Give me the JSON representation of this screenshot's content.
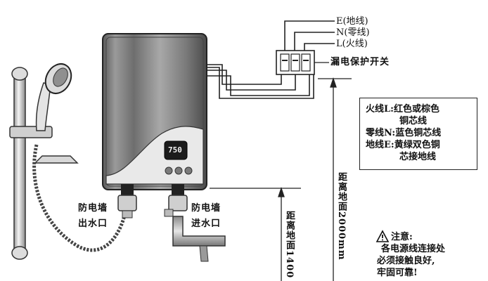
{
  "wires": {
    "earth": "E(地线)",
    "neutral": "N(零线)",
    "live": "L(火线)"
  },
  "breaker_label": "漏电保护开关",
  "outlet_label": {
    "line1": "防电墙",
    "line2": "出水口"
  },
  "inlet_label": {
    "line1": "防电墙",
    "line2": "进水口"
  },
  "height_1400": "距离地面1400",
  "height_2000": "距离地面2000mm",
  "display_value": "750",
  "legend": {
    "rows": [
      "火线L:红色或棕色",
      "      铜芯线",
      "零线N:蓝色铜芯线",
      "地线E:黄绿双色铜",
      "      芯接地线"
    ]
  },
  "note": {
    "title": "注意:",
    "lines": [
      "各电源线连接处",
      "必须接触良好,",
      "牢固可靠!"
    ]
  }
}
